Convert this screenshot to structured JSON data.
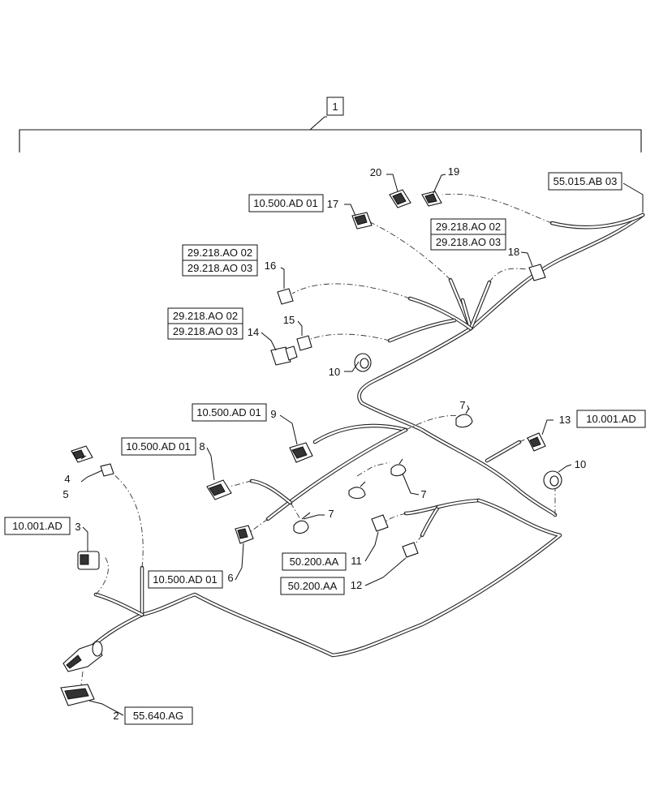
{
  "assembly_callout": "1",
  "callouts": {
    "c2": "2",
    "c3": "3",
    "c4": "4",
    "c5": "5",
    "c6": "6",
    "c7a": "7",
    "c7b": "7",
    "c7c": "7",
    "c8": "8",
    "c9": "9",
    "c10a": "10",
    "c10b": "10",
    "c11": "11",
    "c12": "12",
    "c13": "13",
    "c14": "14",
    "c15": "15",
    "c16": "16",
    "c17": "17",
    "c18": "18",
    "c19": "19",
    "c20": "20"
  },
  "references": {
    "r_55015": "55.015.AB 03",
    "r_17": "10.500.AD 01",
    "r_18a": "29.218.AO 02",
    "r_18b": "29.218.AO 03",
    "r_16a": "29.218.AO 02",
    "r_16b": "29.218.AO 03",
    "r_14a": "29.218.AO 02",
    "r_14b": "29.218.AO 03",
    "r_9": "10.500.AD 01",
    "r_13": "10.001.AD",
    "r_8": "10.500.AD 01",
    "r_3": "10.001.AD",
    "r_11": "50.200.AA",
    "r_12": "50.200.AA",
    "r_6": "10.500.AD 01",
    "r_2": "55.640.AG"
  }
}
